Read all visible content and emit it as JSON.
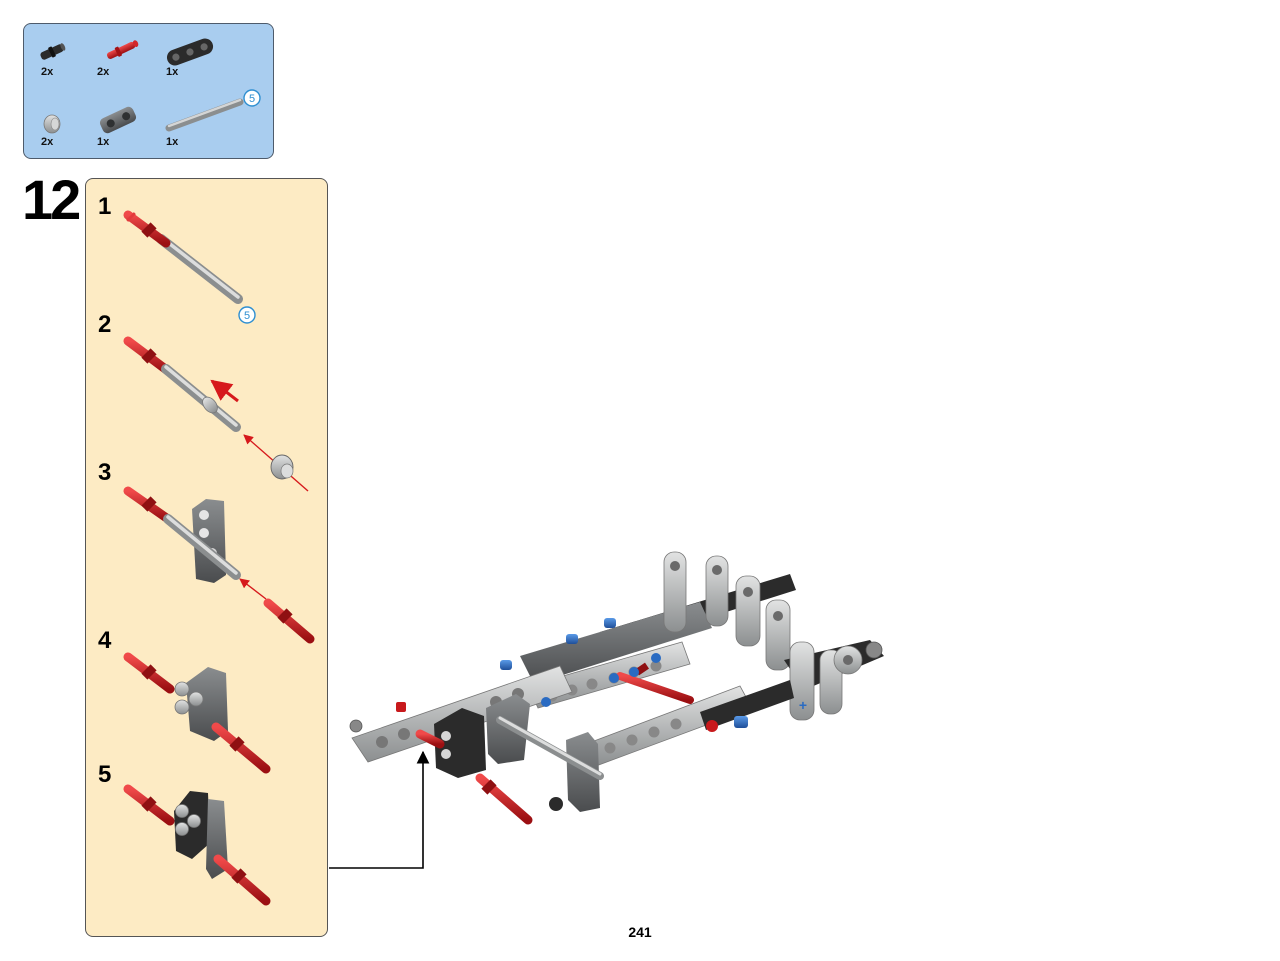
{
  "parts_list": {
    "items": [
      {
        "name": "black-friction-pin-icon",
        "qty": "2x"
      },
      {
        "name": "red-axle-pin-icon",
        "qty": "2x"
      },
      {
        "name": "black-beam-3-icon",
        "qty": "1x"
      },
      {
        "name": "grey-bush-icon",
        "qty": "2x"
      },
      {
        "name": "dark-grey-cross-block-icon",
        "qty": "1x"
      },
      {
        "name": "grey-axle-5-icon",
        "qty": "1x"
      }
    ],
    "axle_length_callout": "5"
  },
  "step": {
    "number": "12",
    "substeps": [
      "1",
      "2",
      "3",
      "4",
      "5"
    ],
    "axle_length_callout": "5"
  },
  "page_number": "241",
  "colors": {
    "parts_box_bg": "#a9cdef",
    "substep_panel_bg": "#fdebc4",
    "red_part": "#c8191c",
    "light_grey_part": "#bfc1c1",
    "dark_grey_part": "#626567",
    "black_part": "#2b2b2b",
    "blue_part": "#2a6bc2",
    "callout_blue": "#2f8fd1"
  }
}
